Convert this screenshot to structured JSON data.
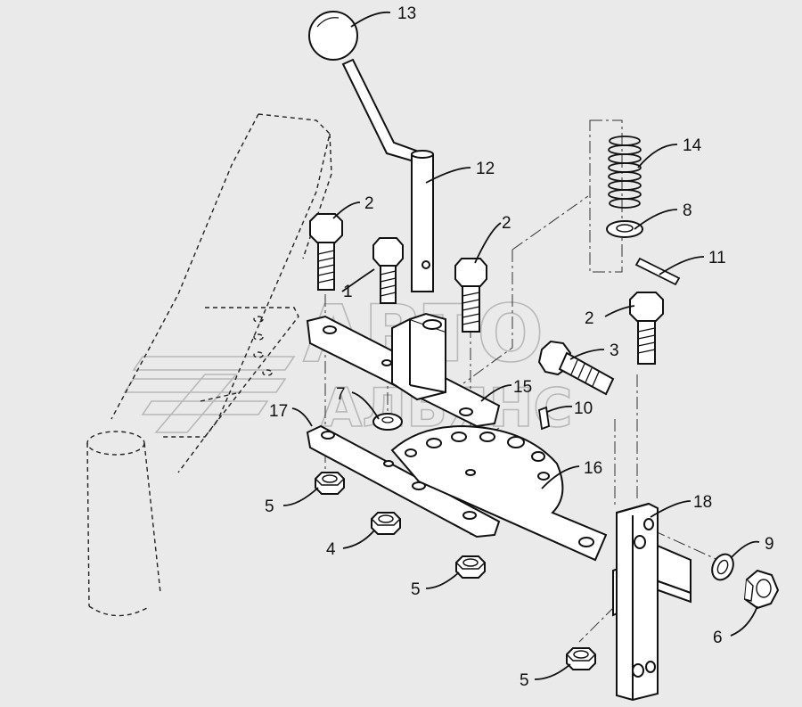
{
  "diagram": {
    "watermark": {
      "line1": "АВТО",
      "line2": "АЛЬЯНС"
    },
    "part_labels": [
      "13",
      "14",
      "8",
      "11",
      "12",
      "2",
      "2",
      "1",
      "2",
      "3",
      "15",
      "7",
      "17",
      "10",
      "16",
      "18",
      "9",
      "6",
      "5",
      "4",
      "5",
      "5"
    ]
  }
}
